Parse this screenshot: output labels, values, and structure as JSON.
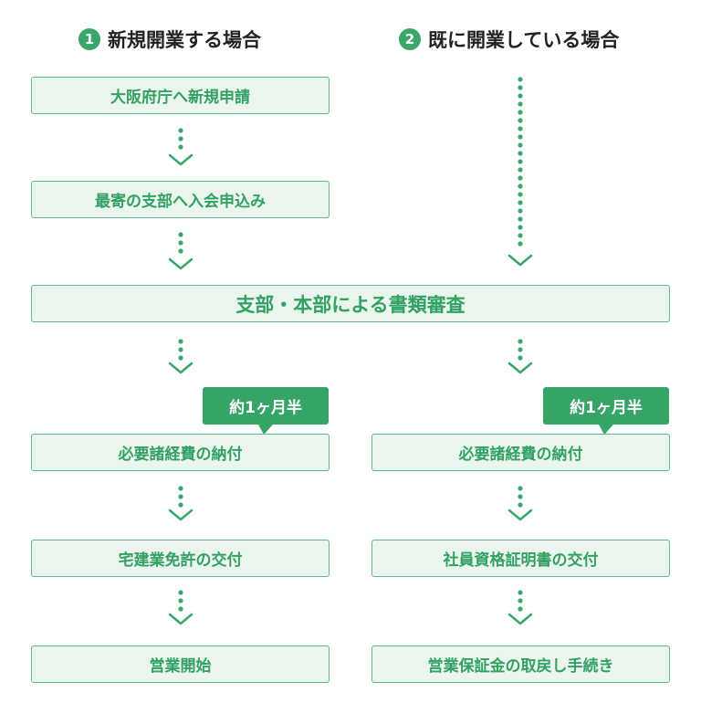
{
  "headings": {
    "left": {
      "number": "1",
      "text": "新規開業する場合"
    },
    "right": {
      "number": "2",
      "text": "既に開業している場合"
    }
  },
  "steps": {
    "osaka_application": "大阪府庁へ新規申請",
    "branch_membership": "最寄の支部へ入会申込み",
    "review": "支部・本部による書類審査",
    "payment_left": "必要諸経費の納付",
    "payment_right": "必要諸経費の納付",
    "license_issue": "宅建業免許の交付",
    "start_business": "営業開始",
    "certificate_issue": "社員資格証明書の交付",
    "deposit_return": "営業保証金の取戻し手続き"
  },
  "callouts": {
    "left": "約1ヶ月半",
    "right": "約1ヶ月半"
  },
  "colors": {
    "accent": "#3aa66a",
    "box_fill": "#eaf5ee",
    "box_border": "#5fba85",
    "box_text": "#33a163",
    "heading_text": "#222222"
  }
}
